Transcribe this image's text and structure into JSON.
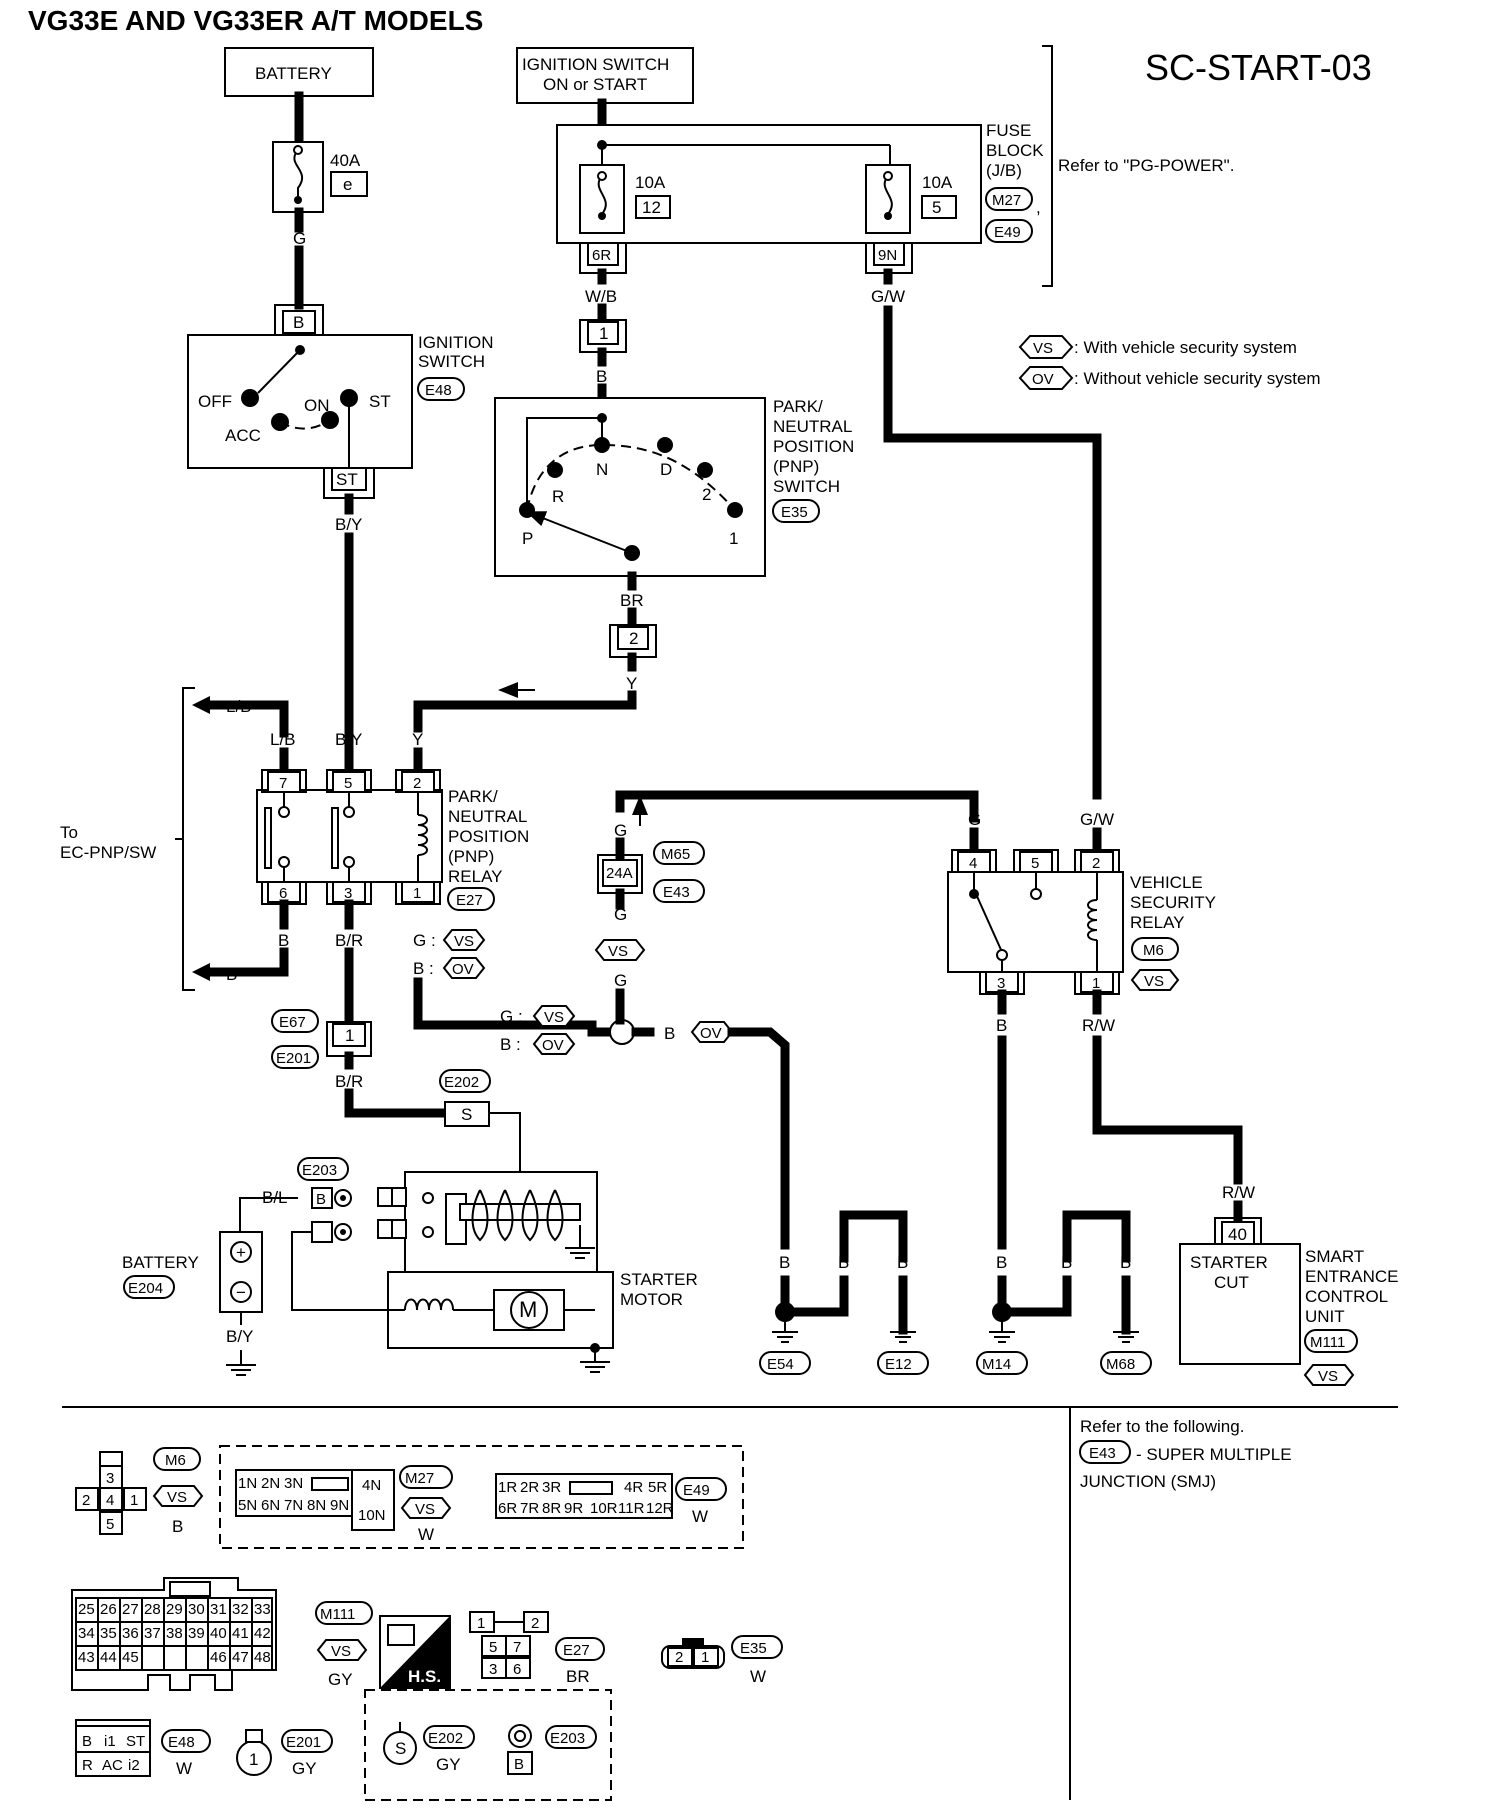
{
  "header": {
    "title": "VG33E AND VG33ER A/T MODELS",
    "diagram_id": "SC-START-03"
  },
  "top": {
    "battery": "BATTERY",
    "fuse_40a": "40A",
    "fuse_40a_id": "e",
    "ign_switch_line1": "IGNITION SWITCH",
    "ign_switch_line2": "ON or START",
    "fuse_block": [
      "FUSE",
      "BLOCK",
      "(J/B)"
    ],
    "fuse_block_conn1": "M27",
    "fuse_block_conn2": "E49",
    "fuse1_amp": "10A",
    "fuse1_id": "12",
    "fuse1_pin": "6R",
    "fuse2_amp": "10A",
    "fuse2_id": "5",
    "fuse2_pin": "9N",
    "refer": "Refer to \"PG-POWER\".",
    "comma": ","
  },
  "legend": {
    "vs_code": "VS",
    "vs_text": ": With vehicle security system",
    "ov_code": "OV",
    "ov_text": ": Without vehicle security system"
  },
  "ignition_switch": {
    "name": [
      "IGNITION",
      "SWITCH"
    ],
    "connector": "E48",
    "pin_b": "B",
    "pin_st": "ST",
    "pos_off": "OFF",
    "pos_acc": "ACC",
    "pos_on": "ON",
    "pos_st": "ST"
  },
  "pnp_switch": {
    "name": [
      "PARK/",
      "NEUTRAL",
      "POSITION",
      "(PNP)",
      "SWITCH"
    ],
    "connector": "E35",
    "pos_p": "P",
    "pos_r": "R",
    "pos_n": "N",
    "pos_d": "D",
    "pos_2": "2",
    "pos_1": "1"
  },
  "pnp_relay": {
    "name": [
      "PARK/",
      "NEUTRAL",
      "POSITION",
      "(PNP)",
      "RELAY"
    ],
    "connector": "E27",
    "pins_top": [
      "7",
      "5",
      "2"
    ],
    "pins_bottom": [
      "6",
      "3",
      "1"
    ]
  },
  "ec_label": [
    "To",
    "EC-PNP/SW"
  ],
  "vsr": {
    "name": [
      "VEHICLE",
      "SECURITY",
      "RELAY"
    ],
    "connector": "M6",
    "vs": "VS",
    "pins_top": [
      "4",
      "5",
      "2"
    ],
    "pins_bottom": [
      "3",
      "1"
    ]
  },
  "smj": {
    "pin": "24A",
    "conn1": "M65",
    "conn2": "E43"
  },
  "smart": {
    "name": [
      "SMART",
      "ENTRANCE",
      "CONTROL",
      "UNIT"
    ],
    "connector": "M111",
    "vs": "VS",
    "pin": "40",
    "box_line1": "STARTER",
    "box_line2": "CUT",
    "wire": "R/W"
  },
  "starter": {
    "name": [
      "STARTER",
      "MOTOR"
    ],
    "s_terminal": "S",
    "s_conn": "E202",
    "b_terminal": "B",
    "b_conn": "E203",
    "motor": "M"
  },
  "battery2": {
    "name": "BATTERY",
    "connector": "E204",
    "plus": "+",
    "minus": "−"
  },
  "conn_e67_e201": {
    "pin": "1",
    "c1": "E67",
    "c2": "E201"
  },
  "wires": {
    "g": "G",
    "gw": "G/W",
    "wb": "W/B",
    "b": "B",
    "by": "B/Y",
    "br": "BR",
    "y": "Y",
    "lb": "L/B",
    "bor": "B/R",
    "rw": "R/W",
    "bl": "B/L",
    "pin1": "1",
    "pin2": "2"
  },
  "alt_labels": {
    "g_vs": "G :",
    "b_ov": "B :",
    "vs": "VS",
    "ov": "OV"
  },
  "grounds": [
    "E54",
    "E12",
    "M14",
    "M68"
  ],
  "refer_box": {
    "line1": "Refer to the following.",
    "e43": "E43",
    "line2": "- SUPER MULTIPLE",
    "line3": "JUNCTION (SMJ)"
  },
  "connectors": {
    "m6": {
      "id": "M6",
      "vs": "VS",
      "color": "B",
      "pins": [
        "3",
        "2",
        "4",
        "1",
        "5"
      ]
    },
    "m27": {
      "id": "M27",
      "vs": "VS",
      "color": "W",
      "row1": [
        "1N",
        "2N",
        "3N"
      ],
      "p4n": "4N",
      "row2": [
        "5N",
        "6N",
        "7N",
        "8N",
        "9N"
      ],
      "p10n": "10N"
    },
    "e49": {
      "id": "E49",
      "color": "W",
      "row1": [
        "1R",
        "2R",
        "3R",
        "4R",
        "5R"
      ],
      "row2": [
        "6R",
        "7R",
        "8R",
        "9R",
        "10R",
        "11R",
        "12R"
      ]
    },
    "m111": {
      "id": "M111",
      "vs": "VS",
      "color": "GY",
      "row1": [
        "25",
        "26",
        "27",
        "28",
        "29",
        "30",
        "31",
        "32",
        "33"
      ],
      "row2": [
        "34",
        "35",
        "36",
        "37",
        "38",
        "39",
        "40",
        "41",
        "42"
      ],
      "row3a": [
        "43",
        "44",
        "45"
      ],
      "row3b": [
        "46",
        "47",
        "48"
      ]
    },
    "hs": "H.S.",
    "e27": {
      "id": "E27",
      "color": "BR",
      "pins": [
        "1",
        "2",
        "5",
        "7",
        "3",
        "6"
      ]
    },
    "e35": {
      "id": "E35",
      "color": "W",
      "pins": [
        "2",
        "1"
      ]
    },
    "e48": {
      "id": "E48",
      "color": "W",
      "pins": [
        "B",
        "i1",
        "ST",
        "R",
        "AC",
        "i2"
      ]
    },
    "e201": {
      "id": "E201",
      "color": "GY",
      "pin": "1"
    },
    "e202": {
      "id": "E202",
      "color": "GY",
      "pin": "S"
    },
    "e203": {
      "id": "E203",
      "pin": "B"
    }
  }
}
